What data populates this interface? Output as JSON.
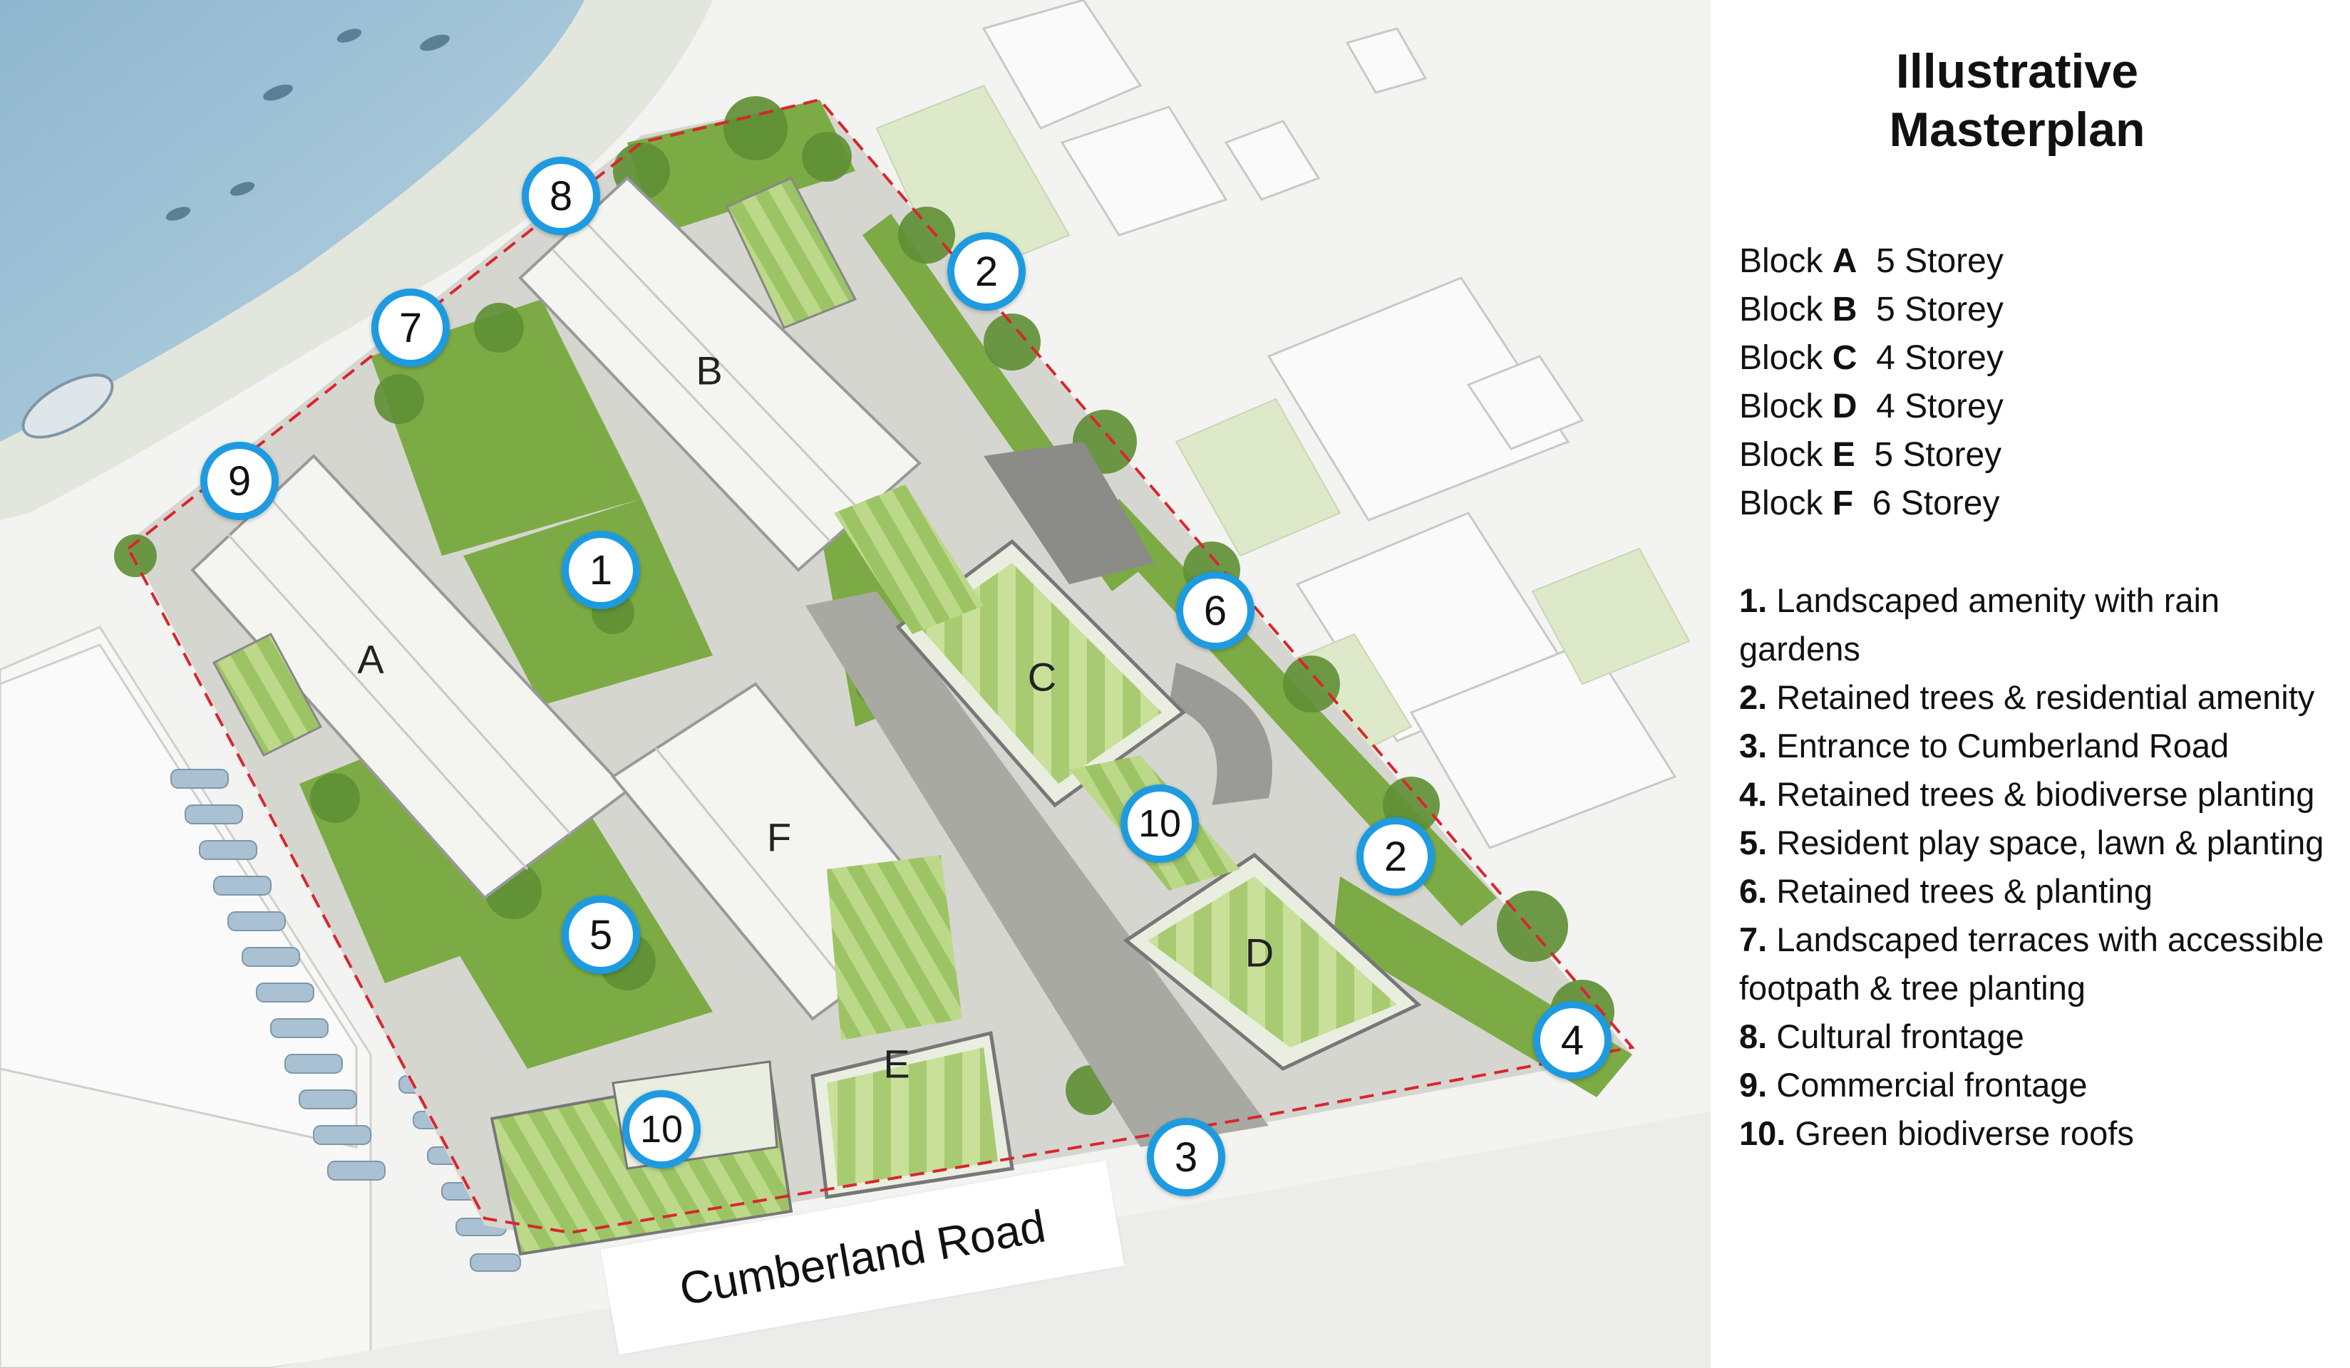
{
  "legend": {
    "title_line1": "Illustrative",
    "title_line2": "Masterplan",
    "blocks": [
      {
        "prefix": "Block",
        "letter": "A",
        "storeys": "5 Storey"
      },
      {
        "prefix": "Block",
        "letter": "B",
        "storeys": "5 Storey"
      },
      {
        "prefix": "Block",
        "letter": "C",
        "storeys": "4 Storey"
      },
      {
        "prefix": "Block",
        "letter": "D",
        "storeys": "4 Storey"
      },
      {
        "prefix": "Block",
        "letter": "E",
        "storeys": "5 Storey"
      },
      {
        "prefix": "Block",
        "letter": "F",
        "storeys": "6 Storey"
      }
    ],
    "features": [
      {
        "number": "1.",
        "text": "Landscaped amenity with rain gardens"
      },
      {
        "number": "2.",
        "text": "Retained trees & residential amenity"
      },
      {
        "number": "3.",
        "text": "Entrance to Cumberland Road"
      },
      {
        "number": "4.",
        "text": "Retained trees & biodiverse planting"
      },
      {
        "number": "5.",
        "text": "Resident play space, lawn & planting"
      },
      {
        "number": "6.",
        "text": "Retained trees & planting"
      },
      {
        "number": "7.",
        "text": "Landscaped terraces with accessible footpath & tree planting"
      },
      {
        "number": "8.",
        "text": "Cultural frontage"
      },
      {
        "number": "9.",
        "text": "Commercial frontage"
      },
      {
        "number": "10.",
        "text": "Green biodiverse roofs"
      }
    ]
  },
  "map": {
    "road_label": "Cumberland Road",
    "block_labels": {
      "a": "A",
      "b": "B",
      "c": "C",
      "d": "D",
      "e": "E",
      "f": "F"
    },
    "markers": {
      "m1": "1",
      "m2a": "2",
      "m2b": "2",
      "m3": "3",
      "m4": "4",
      "m5": "5",
      "m6": "6",
      "m7": "7",
      "m8": "8",
      "m9": "9",
      "m10a": "10",
      "m10b": "10"
    },
    "colors": {
      "water": "#9fc3d8",
      "green": "#7cab45",
      "roof": "#f4f4f1",
      "marker_border": "#1e9be0",
      "boundary": "#d9262e"
    }
  }
}
